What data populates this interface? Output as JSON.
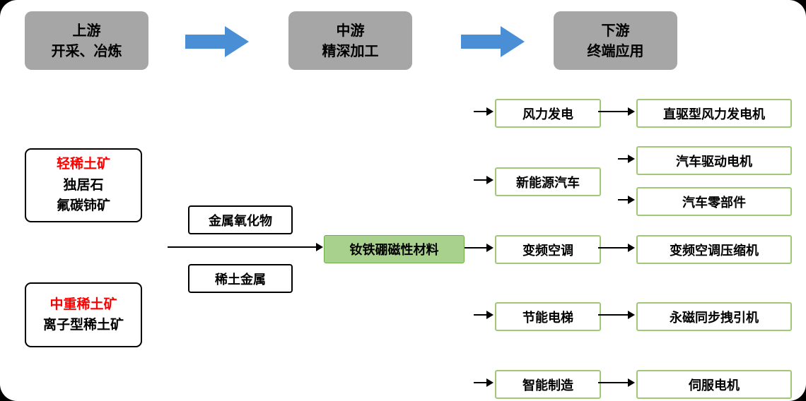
{
  "stages": [
    {
      "line1": "上游",
      "line2": "开采、冶炼"
    },
    {
      "line1": "中游",
      "line2": "精深加工"
    },
    {
      "line1": "下游",
      "line2": "终端应用"
    }
  ],
  "sources": [
    {
      "title": "轻稀土矿",
      "items": [
        "独居石",
        "氟碳铈矿"
      ]
    },
    {
      "title": "中重稀土矿",
      "items": [
        "离子型稀土矿"
      ]
    }
  ],
  "intermediates": [
    "金属氧化物",
    "稀土金属"
  ],
  "core_material": "钕铁硼磁性材料",
  "applications": [
    {
      "label": "风力发电"
    },
    {
      "label": "新能源汽车"
    },
    {
      "label": "变频空调"
    },
    {
      "label": "节能电梯"
    },
    {
      "label": "智能制造"
    }
  ],
  "products": [
    {
      "label": "直驱型风力发电机"
    },
    {
      "label": "汽车驱动电机"
    },
    {
      "label": "汽车零部件"
    },
    {
      "label": "变频空调压缩机"
    },
    {
      "label": "永磁同步拽引机"
    },
    {
      "label": "伺服电机"
    }
  ],
  "colors": {
    "stage_fill": "#a6a6a6",
    "arrow_blue": "#4a8ed5",
    "core_fill": "#a9d18e",
    "app_border": "#a0c878",
    "source_title": "#ff0000",
    "line": "#000000"
  }
}
